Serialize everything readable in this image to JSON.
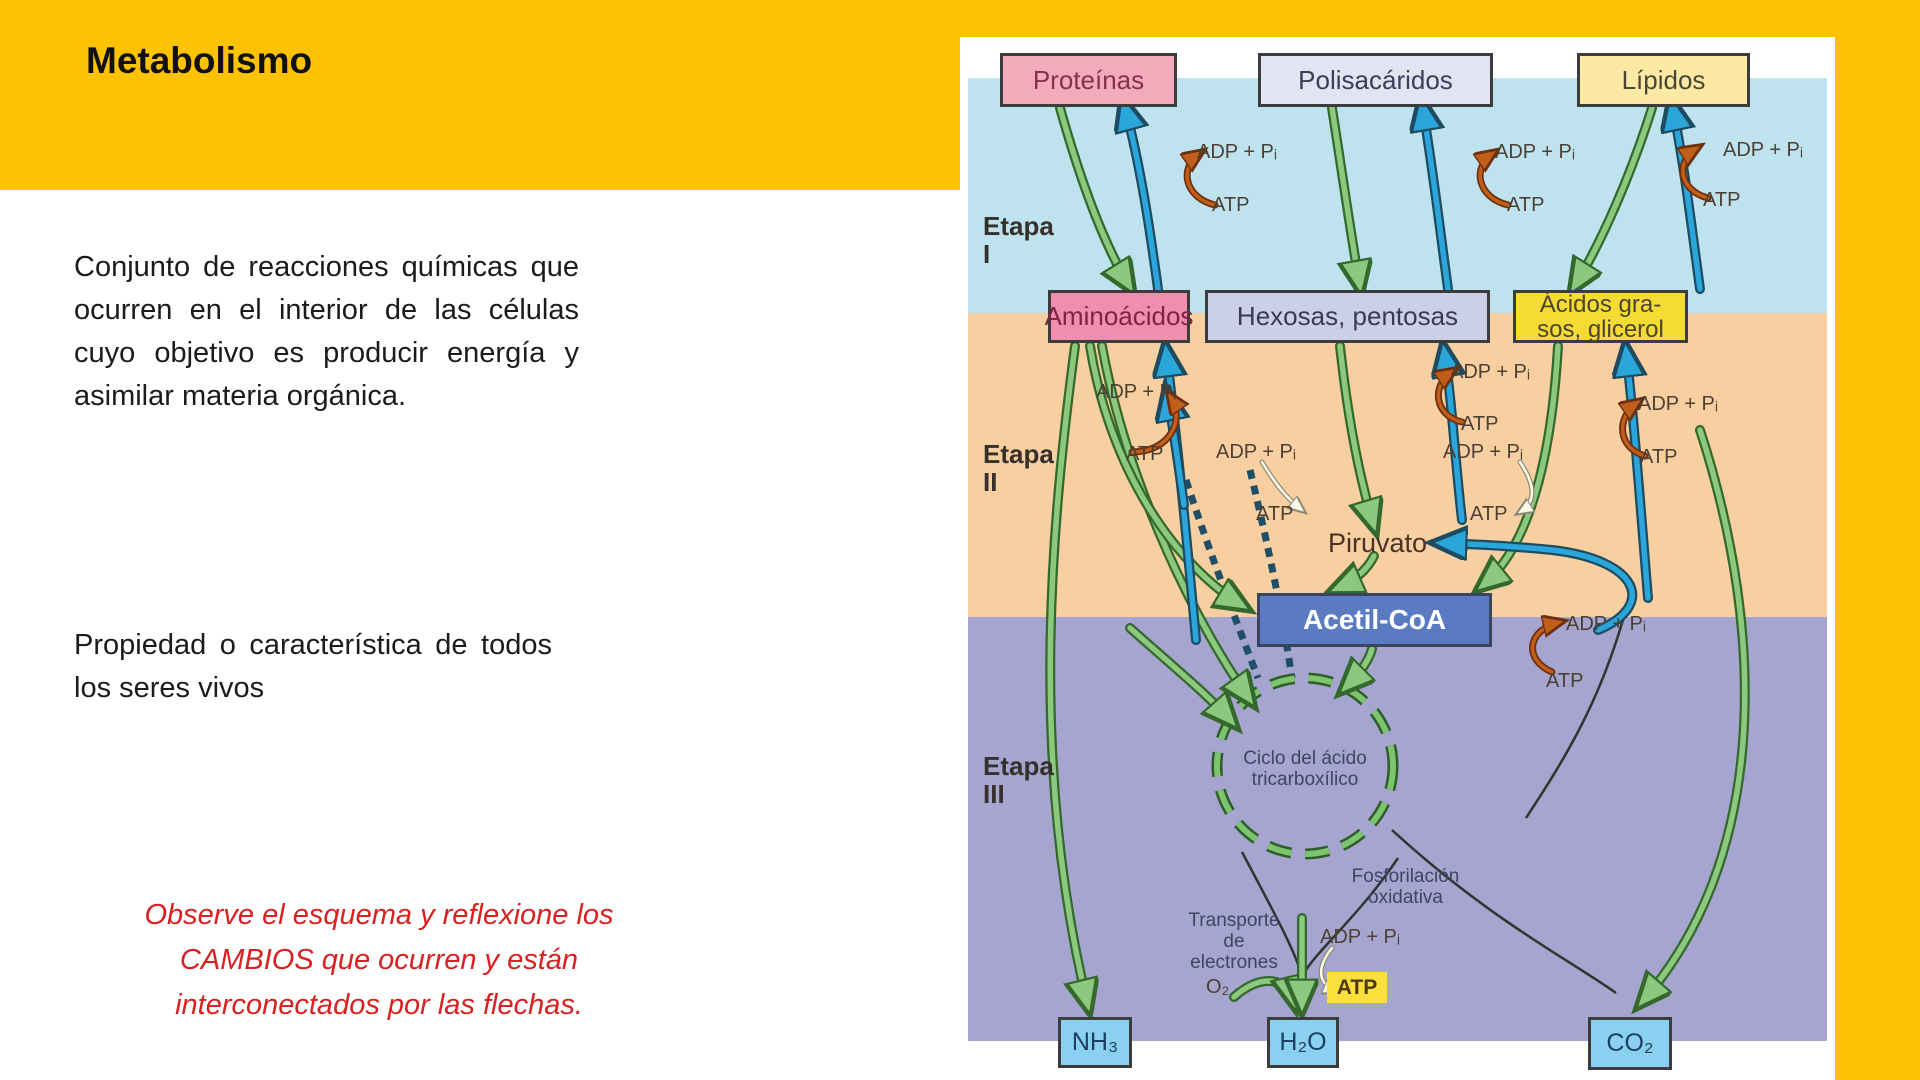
{
  "slide": {
    "title": "Metabolismo",
    "paragraph1": "Conjunto de reacciones químicas que ocurren en el interior de las células cuyo objetivo es producir energía y asimilar materia orgánica.",
    "paragraph2": "Propiedad o característica de todos los seres vivos",
    "note": "Observe el esquema y reflexione los CAMBIOS que ocurren y están interconectados por las flechas."
  },
  "diagram": {
    "stages": [
      {
        "label": "Etapa\nI"
      },
      {
        "label": "Etapa\nII"
      },
      {
        "label": "Etapa\nIII"
      }
    ],
    "top_boxes": [
      {
        "label": "Proteínas"
      },
      {
        "label": "Polisacáridos"
      },
      {
        "label": "Lípidos"
      }
    ],
    "mid_boxes": [
      {
        "label": "Aminoácidos"
      },
      {
        "label": "Hexosas, pentosas"
      },
      {
        "label": "Ácidos gra-\nsos, glicerol"
      }
    ],
    "adp_label": "ADP + Pᵢ",
    "atp_label": "ATP",
    "piruvato_label": "Piruvato",
    "acetil_label": "Acetil-CoA",
    "tca_label": "Ciclo del ácido\ntricarboxílico",
    "fosforilacion_label": "Fosforilación\noxidativa",
    "transporte_label": "Transporte\nde electrones",
    "o2_label": "O₂",
    "atp_highlight_label": "ATP",
    "end_boxes": [
      {
        "label": "NH₃"
      },
      {
        "label": "H₂O"
      },
      {
        "label": "CO₂"
      }
    ]
  },
  "colors": {
    "frame_gold": "#FCC203",
    "stage1_band": "#BEE3EE",
    "stage2_band": "#F8CFA0",
    "stage3_band": "#A5A5D0",
    "green_arrow": "#8CC97F",
    "blue_arrow": "#2BA6DB",
    "brown_arrow": "#C05E1C",
    "acetil_box": "#5A7BC1",
    "atp_highlight": "#FBDF3C",
    "note_red": "#D92121"
  }
}
